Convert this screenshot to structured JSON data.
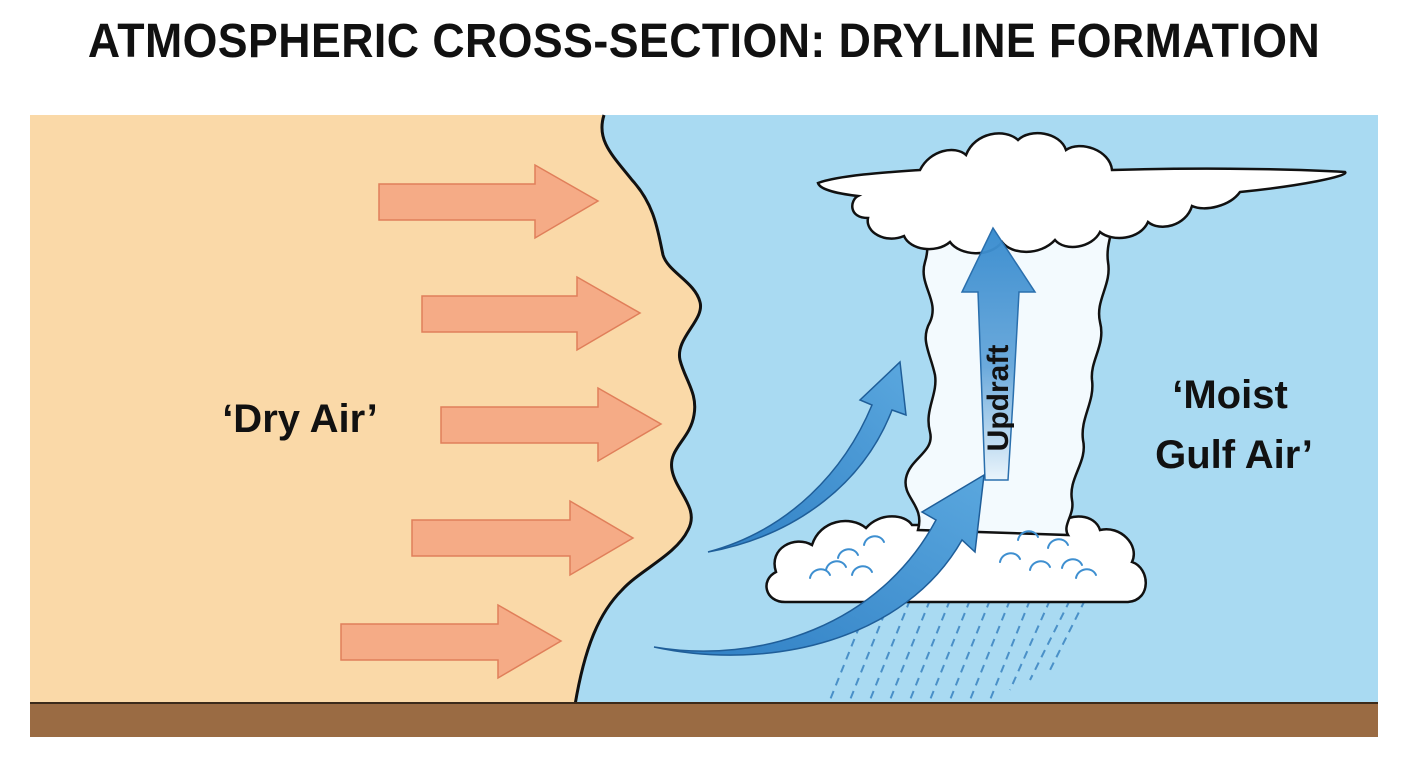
{
  "title": "ATMOSPHERIC CROSS-SECTION: DRYLINE FORMATION",
  "labels": {
    "dry_air": "‘Dry Air’",
    "moist_air_line1": "‘Moist",
    "moist_air_line2": "Gulf Air’",
    "updraft": "Updraft"
  },
  "colors": {
    "dry_air": "#FAD9A8",
    "moist_air": "#A9DAF2",
    "ground": "#9A6B43",
    "dry_wind_arrow": "#F5AB86",
    "updraft_arrow": "#3E8FD0",
    "cloud": "#FFFFFF",
    "rain": "#4A90C8"
  },
  "icons": {
    "dry_wind": "right-arrow-icon",
    "updraft": "curved-up-arrow-icon",
    "storm": "cumulonimbus-cloud-icon",
    "rain": "rain-streaks-icon"
  }
}
